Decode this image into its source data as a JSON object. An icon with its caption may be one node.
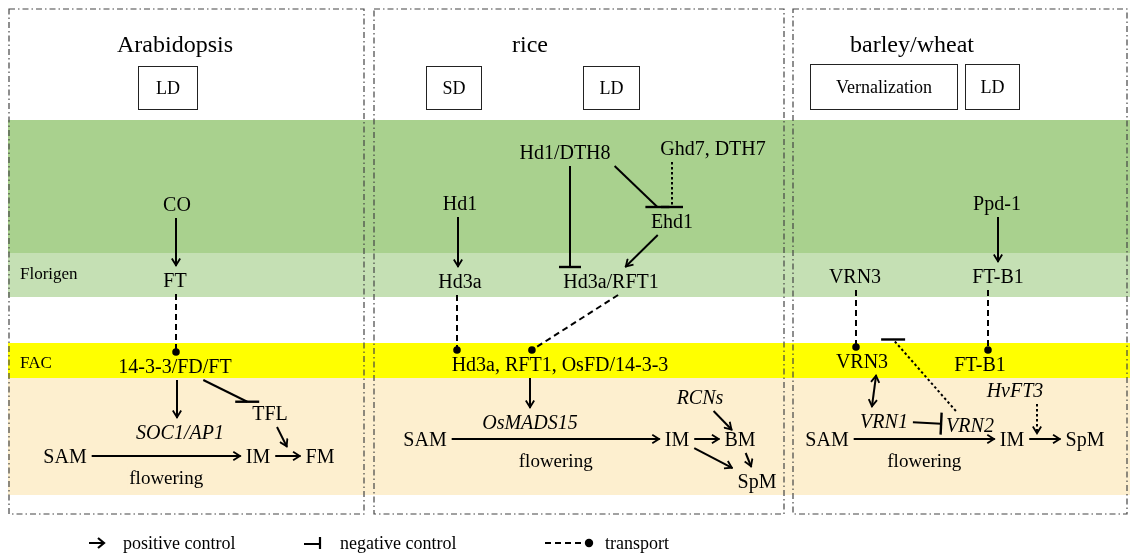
{
  "diagram": {
    "nodes": [
      {
        "text": [
          "Arabidopsis"
        ]
      },
      {
        "text": [
          "LD"
        ],
        "in": 0
      },
      {
        "text": [
          "CO"
        ],
        "in": 0
      },
      {
        "text": [
          "FT"
        ],
        "in": 0
      },
      {
        "text": [
          "14-3-3/FD/FT"
        ],
        "in": 0
      },
      {
        "text": [
          "TFL"
        ],
        "in": 0
      },
      {
        "text": [
          "SOC1/AP1"
        ],
        "in": 0
      },
      {
        "text": [
          "SAM"
        ],
        "in": 0
      },
      {
        "text": [
          "IM"
        ],
        "in": 0
      },
      {
        "text": [
          "FM"
        ],
        "in": 0
      },
      {
        "text": [
          "rice"
        ]
      },
      {
        "text": [
          "SD"
        ],
        "in": 10
      },
      {
        "text": [
          "LD"
        ],
        "in": 10
      },
      {
        "text": [
          "Hd1/DTH8"
        ],
        "in": 10
      },
      {
        "text": [
          "Ghd7, DTH7"
        ],
        "in": 10
      },
      {
        "text": [
          "Hd1"
        ],
        "in": 10
      },
      {
        "text": [
          "Ehd1"
        ],
        "in": 10
      },
      {
        "text": [
          "Hd3a"
        ],
        "in": 10
      },
      {
        "text": [
          "Hd3a/RFT1"
        ],
        "in": 10
      },
      {
        "text": [
          "Hd3a, RFT1, OsFD/14-3-3"
        ],
        "in": 10
      },
      {
        "text": [
          "RCNs"
        ],
        "in": 10
      },
      {
        "text": [
          "OsMADS15"
        ],
        "in": 10
      },
      {
        "text": [
          "SAM"
        ],
        "in": 10
      },
      {
        "text": [
          "IM"
        ],
        "in": 10
      },
      {
        "text": [
          "BM"
        ],
        "in": 10
      },
      {
        "text": [
          "SpM"
        ],
        "in": 10
      },
      {
        "text": [
          "barley/wheat"
        ]
      },
      {
        "text": [
          "Vernalization"
        ],
        "in": 26
      },
      {
        "text": [
          "LD"
        ],
        "in": 26
      },
      {
        "text": [
          "Ppd-1"
        ],
        "in": 26
      },
      {
        "text": [
          "VRN3"
        ],
        "in": 26
      },
      {
        "text": [
          "FT-B1"
        ],
        "in": 26
      },
      {
        "text": [
          "VRN3"
        ],
        "in": 26
      },
      {
        "text": [
          "FT-B1"
        ],
        "in": 26
      },
      {
        "text": [
          "HvFT3"
        ],
        "in": 26
      },
      {
        "text": [
          "VRN1"
        ],
        "in": 26
      },
      {
        "text": [
          "VRN2"
        ],
        "in": 26
      },
      {
        "text": [
          "SAM"
        ],
        "in": 26
      },
      {
        "text": [
          "IM"
        ],
        "in": 26
      },
      {
        "text": [
          "SpM"
        ],
        "in": 26
      }
    ],
    "edges": [
      {
        "from": 2,
        "to": 3,
        "arrow": "to"
      },
      {
        "from": 3,
        "to": 4,
        "arrow": "other",
        "style": "dashed"
      },
      {
        "from": 4,
        "to": 6,
        "arrow": "to"
      },
      {
        "from": 4,
        "to": 5,
        "arrow": "other"
      },
      {
        "from": 5,
        "to": 8,
        "arrow": "to"
      },
      {
        "from": 7,
        "to": 8,
        "arrow": "to",
        "label": "flowering"
      },
      {
        "from": 8,
        "to": 9,
        "arrow": "to"
      },
      {
        "from": 15,
        "to": 17,
        "arrow": "to"
      },
      {
        "from": 13,
        "to": 18,
        "arrow": "other"
      },
      {
        "from": 13,
        "to": 16,
        "arrow": "other"
      },
      {
        "from": 14,
        "to": 16,
        "arrow": "other",
        "style": "dashed"
      },
      {
        "from": 16,
        "to": 18,
        "arrow": "to"
      },
      {
        "from": 17,
        "to": 19,
        "arrow": "other",
        "style": "dashed"
      },
      {
        "from": 18,
        "to": 19,
        "arrow": "other",
        "style": "dashed"
      },
      {
        "from": 19,
        "to": 21,
        "arrow": "to"
      },
      {
        "from": 20,
        "to": 24,
        "arrow": "to"
      },
      {
        "from": 22,
        "to": 23,
        "arrow": "to",
        "label": "flowering"
      },
      {
        "from": 23,
        "to": 24,
        "arrow": "to"
      },
      {
        "from": 23,
        "to": 25,
        "arrow": "to"
      },
      {
        "from": 24,
        "to": 25,
        "arrow": "to"
      },
      {
        "from": 29,
        "to": 31,
        "arrow": "to"
      },
      {
        "from": 30,
        "to": 32,
        "arrow": "other",
        "style": "dashed"
      },
      {
        "from": 31,
        "to": 33,
        "arrow": "other",
        "style": "dashed"
      },
      {
        "from": 32,
        "to": 35,
        "arrow": "both"
      },
      {
        "from": 35,
        "to": 36,
        "arrow": "other"
      },
      {
        "from": 36,
        "to": 32,
        "arrow": "other",
        "style": "dashed"
      },
      {
        "from": 34,
        "to": 38,
        "arrow": "to",
        "style": "dashed"
      },
      {
        "from": 37,
        "to": 38,
        "arrow": "to",
        "label": "flowering"
      },
      {
        "from": 38,
        "to": 39,
        "arrow": "to"
      }
    ],
    "labels": [
      "Florigen",
      "FAC"
    ],
    "legend": [
      {
        "text": "positive control"
      },
      {
        "text": "negative control"
      },
      {
        "text": "transport"
      }
    ]
  }
}
